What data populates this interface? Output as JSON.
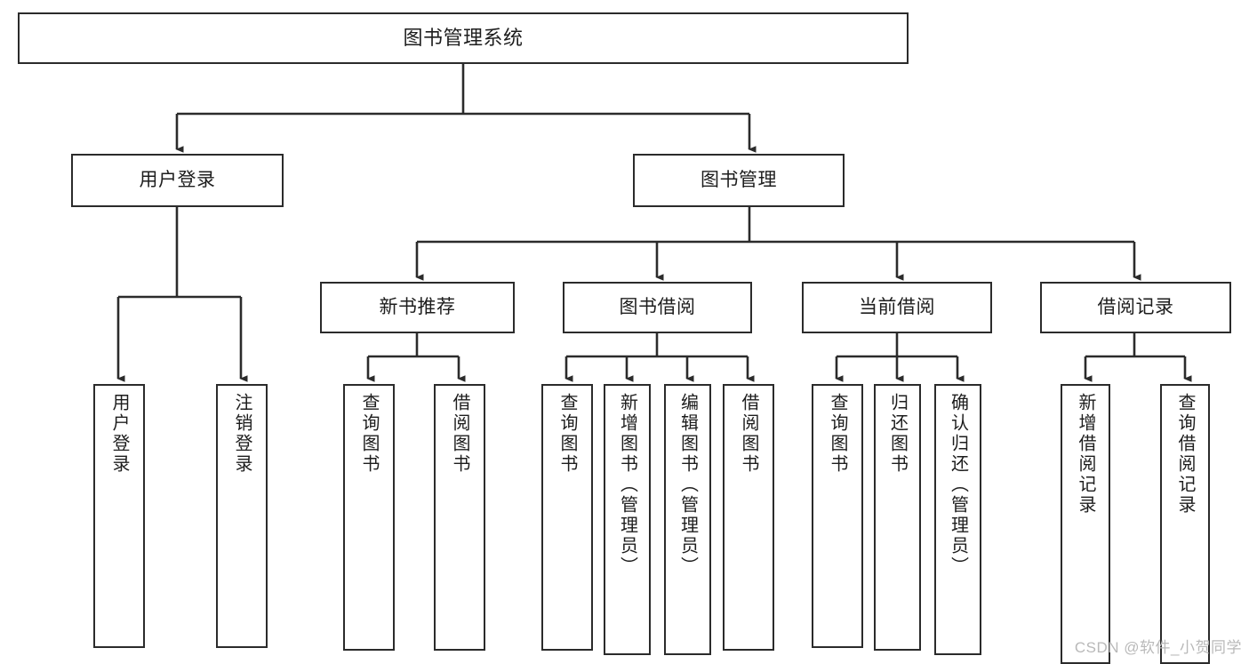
{
  "diagram": {
    "type": "tree",
    "title": "图书管理系统",
    "orientation": "top-down",
    "colors": {
      "box_stroke": "#2b2b2b",
      "box_fill": "#ffffff",
      "text": "#1d1d1d",
      "connector": "#2b2b2b",
      "watermark": "#b9b9b9"
    },
    "nodes": {
      "root": {
        "label": "图书管理系统"
      },
      "level1": [
        {
          "label": "用户登录"
        },
        {
          "label": "图书管理"
        }
      ],
      "level2": [
        {
          "label": "新书推荐"
        },
        {
          "label": "图书借阅"
        },
        {
          "label": "当前借阅"
        },
        {
          "label": "借阅记录"
        }
      ],
      "leaves": {
        "user_login": [
          {
            "label": "用户登录"
          },
          {
            "label": "注销登录"
          }
        ],
        "new_book_recommend": [
          {
            "label": "查询图书"
          },
          {
            "label": "借阅图书"
          }
        ],
        "book_borrow": [
          {
            "label": "查询图书"
          },
          {
            "label": "新增图书（管理员）"
          },
          {
            "label": "编辑图书（管理员）"
          },
          {
            "label": "借阅图书"
          }
        ],
        "current_borrow": [
          {
            "label": "查询图书"
          },
          {
            "label": "归还图书"
          },
          {
            "label": "确认归还（管理员）"
          }
        ],
        "borrow_record": [
          {
            "label": "新增借阅记录"
          },
          {
            "label": "查询借阅记录"
          }
        ]
      }
    }
  },
  "watermark": {
    "text": "CSDN @软件_小贺同学"
  }
}
